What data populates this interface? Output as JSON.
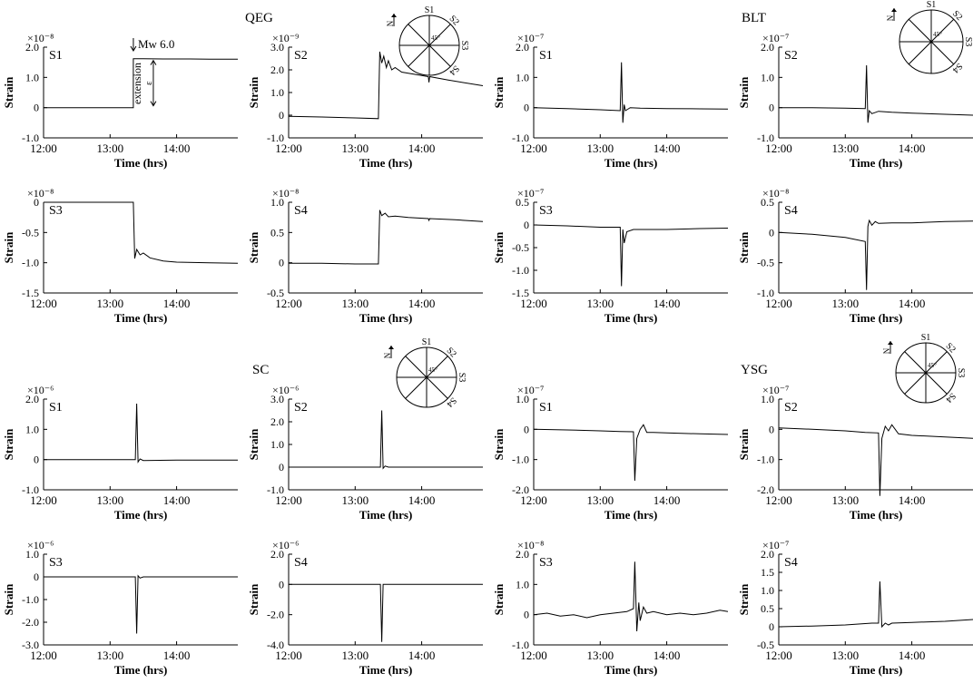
{
  "figure": {
    "station_labels": [
      {
        "label": "QEG"
      },
      {
        "label": "BLT"
      },
      {
        "label": "SC"
      },
      {
        "label": "YSG"
      }
    ],
    "compass": {
      "north": "N",
      "angle": "45°",
      "components": [
        "S1",
        "S2",
        "S3",
        "S4"
      ]
    },
    "annotations": {
      "event": "Mw 6.0",
      "extension": "extension",
      "epsilon": "ε"
    }
  },
  "chart_data": [
    {
      "type": "line",
      "station": "QEG",
      "component": "S1",
      "xlabel": "Time (hrs)",
      "ylabel": "Strain",
      "x_ticks": [
        "12:00",
        "13:00",
        "14:00"
      ],
      "xlim": [
        12.0,
        14.92
      ],
      "exponent": "×10⁻⁸",
      "ylim": [
        -1.0,
        2.0
      ],
      "y_ticks": [
        -1.0,
        0,
        1.0,
        2.0
      ],
      "y_tick_labels": [
        "-1.0",
        "0",
        "1.0",
        "2.0"
      ],
      "x": [
        12.0,
        13.35,
        13.35,
        13.5,
        13.8,
        14.2,
        14.5,
        14.92
      ],
      "values": [
        0.0,
        0.0,
        1.62,
        1.62,
        1.61,
        1.61,
        1.6,
        1.6
      ]
    },
    {
      "type": "line",
      "station": "QEG",
      "component": "S2",
      "xlabel": "Time (hrs)",
      "ylabel": "Strain",
      "x_ticks": [
        "12:00",
        "13:00",
        "14:00"
      ],
      "xlim": [
        12.0,
        14.92
      ],
      "exponent": "×10⁻⁹",
      "ylim": [
        -1.0,
        3.0
      ],
      "y_ticks": [
        -1.0,
        0,
        1.0,
        2.0,
        3.0
      ],
      "y_tick_labels": [
        "-1.0",
        "0",
        "1.0",
        "2.0",
        "3.0"
      ],
      "x": [
        12.0,
        12.5,
        13.0,
        13.35,
        13.37,
        13.4,
        13.43,
        13.47,
        13.5,
        13.55,
        13.6,
        13.7,
        13.8,
        14.0,
        14.1,
        14.11,
        14.12,
        14.4,
        14.92
      ],
      "values": [
        -0.05,
        -0.08,
        -0.12,
        -0.15,
        2.8,
        2.3,
        2.6,
        2.1,
        2.4,
        2.0,
        2.1,
        1.9,
        1.85,
        1.75,
        1.7,
        1.45,
        1.7,
        1.55,
        1.3
      ]
    },
    {
      "type": "line",
      "station": "BLT",
      "component": "S1",
      "xlabel": "Time (hrs)",
      "ylabel": "Strain",
      "x_ticks": [
        "12:00",
        "13:00",
        "14:00"
      ],
      "xlim": [
        12.0,
        14.92
      ],
      "exponent": "×10⁻⁷",
      "ylim": [
        -1.0,
        2.0
      ],
      "y_ticks": [
        -1.0,
        0,
        1.0,
        2.0
      ],
      "y_tick_labels": [
        "-1.0",
        "0",
        "1.0",
        "2.0"
      ],
      "x": [
        12.0,
        12.5,
        13.0,
        13.3,
        13.32,
        13.34,
        13.36,
        13.38,
        13.45,
        13.6,
        14.0,
        14.5,
        14.92
      ],
      "values": [
        0.0,
        -0.03,
        -0.07,
        -0.1,
        1.5,
        -0.5,
        0.1,
        -0.1,
        0.0,
        -0.02,
        -0.03,
        -0.04,
        -0.05
      ]
    },
    {
      "type": "line",
      "station": "BLT",
      "component": "S2",
      "xlabel": "Time (hrs)",
      "ylabel": "Strain",
      "x_ticks": [
        "12:00",
        "13:00",
        "14:00"
      ],
      "xlim": [
        12.0,
        14.92
      ],
      "exponent": "×10⁻⁷",
      "ylim": [
        -1.0,
        2.0
      ],
      "y_ticks": [
        -1.0,
        0,
        1.0,
        2.0
      ],
      "y_tick_labels": [
        "-1.0",
        "0",
        "1.0",
        "2.0"
      ],
      "x": [
        12.0,
        12.5,
        13.0,
        13.3,
        13.32,
        13.34,
        13.36,
        13.4,
        13.5,
        13.7,
        14.0,
        14.5,
        14.92
      ],
      "values": [
        0.0,
        0.0,
        -0.02,
        -0.03,
        1.4,
        -0.5,
        -0.1,
        -0.2,
        -0.12,
        -0.15,
        -0.18,
        -0.22,
        -0.25
      ]
    },
    {
      "type": "line",
      "station": "QEG",
      "component": "S3",
      "xlabel": "Time (hrs)",
      "ylabel": "Strain",
      "x_ticks": [
        "12:00",
        "13:00",
        "14:00"
      ],
      "xlim": [
        12.0,
        14.92
      ],
      "exponent": "×10⁻⁸",
      "ylim": [
        -1.5,
        0
      ],
      "y_ticks": [
        -1.5,
        -1.0,
        -0.5,
        0
      ],
      "y_tick_labels": [
        "-1.5",
        "-1.0",
        "-0.5",
        "0"
      ],
      "x": [
        12.0,
        12.5,
        13.0,
        13.35,
        13.37,
        13.4,
        13.45,
        13.5,
        13.6,
        13.8,
        14.0,
        14.5,
        14.92
      ],
      "values": [
        0.0,
        0.0,
        0.0,
        0.0,
        -0.93,
        -0.78,
        -0.87,
        -0.84,
        -0.92,
        -0.97,
        -0.99,
        -1.0,
        -1.01
      ]
    },
    {
      "type": "line",
      "station": "QEG",
      "component": "S4",
      "xlabel": "Time (hrs)",
      "ylabel": "Strain",
      "x_ticks": [
        "12:00",
        "13:00",
        "14:00"
      ],
      "xlim": [
        12.0,
        14.92
      ],
      "exponent": "×10⁻⁸",
      "ylim": [
        -0.5,
        1.0
      ],
      "y_ticks": [
        -0.5,
        0,
        0.5,
        1.0
      ],
      "y_tick_labels": [
        "-0.5",
        "0",
        "0.5",
        "1.0"
      ],
      "x": [
        12.0,
        12.5,
        13.0,
        13.35,
        13.37,
        13.4,
        13.45,
        13.5,
        13.6,
        13.8,
        14.1,
        14.11,
        14.12,
        14.5,
        14.92
      ],
      "values": [
        -0.01,
        -0.01,
        -0.02,
        -0.02,
        0.87,
        0.78,
        0.82,
        0.76,
        0.77,
        0.75,
        0.73,
        0.7,
        0.73,
        0.71,
        0.68
      ]
    },
    {
      "type": "line",
      "station": "BLT",
      "component": "S3",
      "xlabel": "Time (hrs)",
      "ylabel": "Strain",
      "x_ticks": [
        "12:00",
        "13:00",
        "14:00"
      ],
      "xlim": [
        12.0,
        14.92
      ],
      "exponent": "×10⁻⁷",
      "ylim": [
        -1.5,
        0.5
      ],
      "y_ticks": [
        -1.5,
        -1.0,
        -0.5,
        0,
        0.5
      ],
      "y_tick_labels": [
        "-1.5",
        "-1.0",
        "-0.5",
        "0",
        "0.5"
      ],
      "x": [
        12.0,
        12.5,
        13.0,
        13.3,
        13.32,
        13.34,
        13.36,
        13.4,
        13.5,
        14.0,
        14.5,
        14.92
      ],
      "values": [
        0.0,
        -0.02,
        -0.05,
        -0.05,
        -1.35,
        -0.1,
        -0.4,
        -0.15,
        -0.1,
        -0.1,
        -0.08,
        -0.07
      ]
    },
    {
      "type": "line",
      "station": "BLT",
      "component": "S4",
      "xlabel": "Time (hrs)",
      "ylabel": "Strain",
      "x_ticks": [
        "12:00",
        "13:00",
        "14:00"
      ],
      "xlim": [
        12.0,
        14.92
      ],
      "exponent": "×10⁻⁸",
      "ylim": [
        -1.0,
        0.5
      ],
      "y_ticks": [
        -1.0,
        -0.5,
        0,
        0.5
      ],
      "y_tick_labels": [
        "-1.0",
        "-0.5",
        "0",
        "0.5"
      ],
      "x": [
        12.0,
        12.5,
        13.0,
        13.3,
        13.32,
        13.34,
        13.36,
        13.4,
        13.45,
        13.5,
        13.7,
        14.0,
        14.5,
        14.92
      ],
      "values": [
        0.0,
        -0.03,
        -0.08,
        -0.15,
        -0.95,
        0.1,
        0.2,
        0.12,
        0.18,
        0.15,
        0.16,
        0.16,
        0.18,
        0.19
      ]
    },
    {
      "type": "line",
      "station": "SC",
      "component": "S1",
      "xlabel": "Time (hrs)",
      "ylabel": "Strain",
      "x_ticks": [
        "12:00",
        "13:00",
        "14:00"
      ],
      "xlim": [
        12.0,
        14.92
      ],
      "exponent": "×10⁻⁶",
      "ylim": [
        -1.0,
        2.0
      ],
      "y_ticks": [
        -1.0,
        0,
        1.0,
        2.0
      ],
      "y_tick_labels": [
        "-1.0",
        "0",
        "1.0",
        "2.0"
      ],
      "x": [
        12.0,
        12.5,
        13.0,
        13.38,
        13.4,
        13.42,
        13.45,
        13.5,
        14.0,
        14.92
      ],
      "values": [
        0.0,
        0.0,
        0.0,
        0.0,
        1.85,
        -0.08,
        0.02,
        -0.03,
        -0.02,
        -0.02
      ]
    },
    {
      "type": "line",
      "station": "SC",
      "component": "S2",
      "xlabel": "Time (hrs)",
      "ylabel": "Strain",
      "x_ticks": [
        "12:00",
        "13:00",
        "14:00"
      ],
      "xlim": [
        12.0,
        14.92
      ],
      "exponent": "×10⁻⁶",
      "ylim": [
        -1.0,
        3.0
      ],
      "y_ticks": [
        -1.0,
        0,
        1.0,
        2.0,
        3.0
      ],
      "y_tick_labels": [
        "-1.0",
        "0",
        "1.0",
        "2.0",
        "3.0"
      ],
      "x": [
        12.0,
        13.0,
        13.38,
        13.4,
        13.42,
        13.45,
        13.5,
        14.0,
        14.92
      ],
      "values": [
        0.0,
        0.0,
        0.0,
        2.5,
        -0.05,
        0.05,
        0.0,
        0.0,
        0.0
      ]
    },
    {
      "type": "line",
      "station": "YSG",
      "component": "S1",
      "xlabel": "Time (hrs)",
      "ylabel": "Strain",
      "x_ticks": [
        "12:00",
        "13:00",
        "14:00"
      ],
      "xlim": [
        12.0,
        14.92
      ],
      "exponent": "×10⁻⁷",
      "ylim": [
        -2.0,
        1.0
      ],
      "y_ticks": [
        -2.0,
        -1.0,
        0,
        1.0
      ],
      "y_tick_labels": [
        "-2.0",
        "-1.0",
        "0",
        "1.0"
      ],
      "x": [
        12.0,
        12.5,
        13.0,
        13.3,
        13.5,
        13.52,
        13.55,
        13.6,
        13.65,
        13.7,
        13.8,
        14.0,
        14.5,
        14.92
      ],
      "values": [
        0.0,
        -0.02,
        -0.05,
        -0.07,
        -0.08,
        -1.7,
        -0.3,
        0.0,
        0.15,
        -0.1,
        -0.1,
        -0.12,
        -0.15,
        -0.17
      ]
    },
    {
      "type": "line",
      "station": "YSG",
      "component": "S2",
      "xlabel": "Time (hrs)",
      "ylabel": "Strain",
      "x_ticks": [
        "12:00",
        "13:00",
        "14:00"
      ],
      "xlim": [
        12.0,
        14.92
      ],
      "exponent": "×10⁻⁷",
      "ylim": [
        -2.0,
        1.0
      ],
      "y_ticks": [
        -2.0,
        -1.0,
        0,
        1.0
      ],
      "y_tick_labels": [
        "-2.0",
        "-1.0",
        "0",
        "1.0"
      ],
      "x": [
        12.0,
        12.5,
        13.0,
        13.3,
        13.5,
        13.52,
        13.55,
        13.6,
        13.65,
        13.7,
        13.8,
        14.0,
        14.5,
        14.92
      ],
      "values": [
        0.05,
        0.0,
        -0.05,
        -0.1,
        -0.12,
        -2.2,
        -0.3,
        0.1,
        -0.05,
        0.15,
        -0.15,
        -0.2,
        -0.25,
        -0.3
      ]
    },
    {
      "type": "line",
      "station": "SC",
      "component": "S3",
      "xlabel": "Time (hrs)",
      "ylabel": "Strain",
      "x_ticks": [
        "12:00",
        "13:00",
        "14:00"
      ],
      "xlim": [
        12.0,
        14.92
      ],
      "exponent": "×10⁻⁶",
      "ylim": [
        -3.0,
        1.0
      ],
      "y_ticks": [
        -3.0,
        -2.0,
        -1.0,
        0,
        1.0
      ],
      "y_tick_labels": [
        "-3.0",
        "-2.0",
        "-1.0",
        "0",
        "1.0"
      ],
      "x": [
        12.0,
        13.0,
        13.38,
        13.4,
        13.42,
        13.45,
        13.5,
        14.0,
        14.92
      ],
      "values": [
        0.0,
        0.0,
        0.0,
        -2.5,
        0.05,
        -0.05,
        0.0,
        0.0,
        0.0
      ]
    },
    {
      "type": "line",
      "station": "SC",
      "component": "S4",
      "xlabel": "Time (hrs)",
      "ylabel": "Strain",
      "x_ticks": [
        "12:00",
        "13:00",
        "14:00"
      ],
      "xlim": [
        12.0,
        14.92
      ],
      "exponent": "×10⁻⁶",
      "ylim": [
        -4.0,
        2.0
      ],
      "y_ticks": [
        -4.0,
        -2.0,
        0,
        2.0
      ],
      "y_tick_labels": [
        "-4.0",
        "-2.0",
        "0",
        "2.0"
      ],
      "x": [
        12.0,
        13.0,
        13.38,
        13.4,
        13.42,
        13.45,
        14.0,
        14.92
      ],
      "values": [
        0.0,
        0.0,
        0.0,
        -3.8,
        0.0,
        0.0,
        0.0,
        0.0
      ]
    },
    {
      "type": "line",
      "station": "YSG",
      "component": "S3",
      "xlabel": "Time (hrs)",
      "ylabel": "Strain",
      "x_ticks": [
        "12:00",
        "13:00",
        "14:00"
      ],
      "xlim": [
        12.0,
        14.92
      ],
      "exponent": "×10⁻⁸",
      "ylim": [
        -1.0,
        2.0
      ],
      "y_ticks": [
        -1.0,
        0,
        1.0,
        2.0
      ],
      "y_tick_labels": [
        "-1.0",
        "0",
        "1.0",
        "2.0"
      ],
      "x": [
        12.0,
        12.2,
        12.4,
        12.6,
        12.8,
        13.0,
        13.2,
        13.4,
        13.5,
        13.52,
        13.55,
        13.58,
        13.6,
        13.65,
        13.7,
        13.8,
        14.0,
        14.2,
        14.4,
        14.6,
        14.8,
        14.92
      ],
      "values": [
        0.0,
        0.05,
        -0.05,
        0.0,
        -0.1,
        0.0,
        0.05,
        0.1,
        0.2,
        1.75,
        -0.55,
        0.4,
        -0.2,
        0.25,
        0.05,
        0.1,
        0.0,
        0.05,
        0.0,
        0.05,
        0.15,
        0.1
      ]
    },
    {
      "type": "line",
      "station": "YSG",
      "component": "S4",
      "xlabel": "Time (hrs)",
      "ylabel": "Strain",
      "x_ticks": [
        "12:00",
        "13:00",
        "14:00"
      ],
      "xlim": [
        12.0,
        14.92
      ],
      "exponent": "×10⁻⁷",
      "ylim": [
        -0.5,
        2.0
      ],
      "y_ticks": [
        -0.5,
        0,
        0.5,
        1.0,
        1.5,
        2.0
      ],
      "y_tick_labels": [
        "-0.5",
        "0",
        "0.5",
        "1.0",
        "1.5",
        "2.0"
      ],
      "x": [
        12.0,
        12.5,
        13.0,
        13.4,
        13.5,
        13.52,
        13.55,
        13.6,
        13.65,
        13.7,
        14.0,
        14.5,
        14.92
      ],
      "values": [
        0.0,
        0.02,
        0.05,
        0.1,
        0.1,
        1.25,
        0.0,
        0.1,
        0.05,
        0.1,
        0.12,
        0.15,
        0.2
      ]
    }
  ]
}
